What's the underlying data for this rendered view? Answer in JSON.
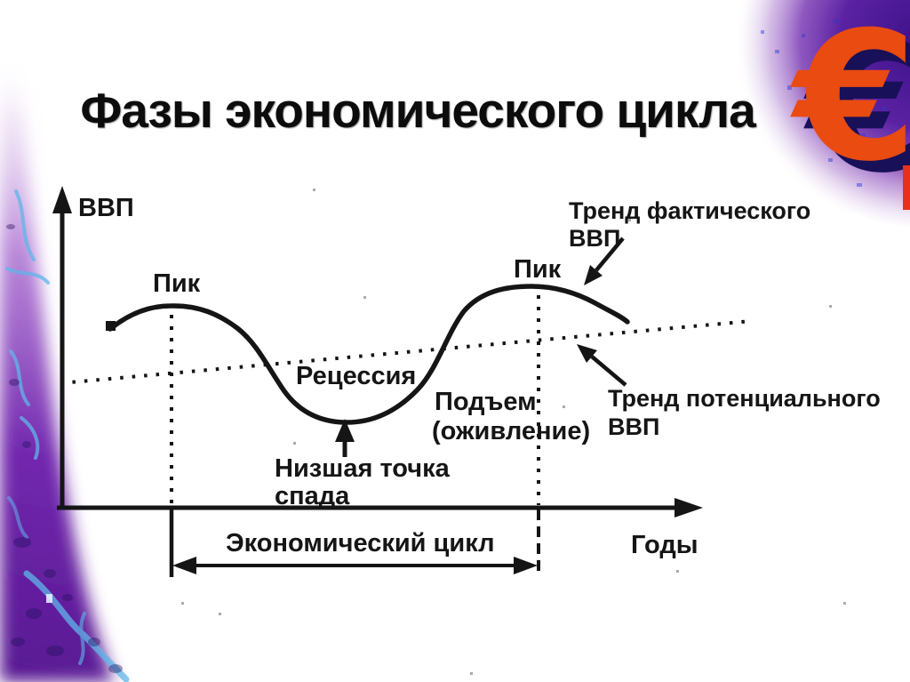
{
  "slide": {
    "title": "Фазы экономического цикла"
  },
  "diagram": {
    "axes": {
      "y_label": "ВВП",
      "x_label": "Годы"
    },
    "curve_labels": {
      "peak_left": "Пик",
      "peak_right": "Пик",
      "recession": "Рецессия",
      "trough": {
        "line1": "Низшая точка",
        "line2": "спада"
      },
      "upturn": {
        "line1": "Подъем",
        "line2": "(оживление)"
      }
    },
    "trend_labels": {
      "actual": {
        "line1": "Тренд фактического",
        "line2": "ВВП"
      },
      "potential": {
        "line1": "Тренд потенциального",
        "line2": "ВВП"
      }
    },
    "cycle_span_label": "Экономический цикл"
  },
  "decor": {
    "euro_symbol": "€",
    "colors": {
      "ink": "#151515",
      "euro": "#e94b10",
      "euro_shadow": "#181058",
      "purple": "#6a28aa",
      "accent_red": "#e8301a"
    }
  }
}
